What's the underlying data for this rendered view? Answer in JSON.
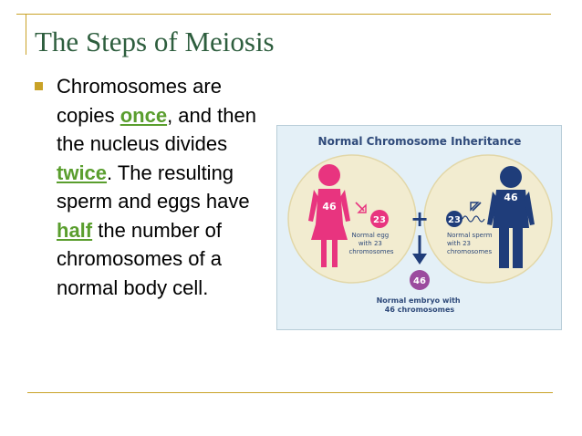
{
  "slide": {
    "title": "The Steps of Meiosis",
    "bullet": [
      {
        "text": "Chromosomes are copies ",
        "hl": false
      },
      {
        "text": "once",
        "hl": true
      },
      {
        "text": ", and then the nucleus divides ",
        "hl": false
      },
      {
        "text": "twice",
        "hl": true
      },
      {
        "text": ".  The resulting sperm and eggs have ",
        "hl": false
      },
      {
        "text": "half",
        "hl": true
      },
      {
        "text": " the number of chromosomes of a normal body cell.",
        "hl": false
      }
    ]
  },
  "figure": {
    "title": "Normal Chromosome Inheritance",
    "female_count": "46",
    "male_count": "46",
    "egg_count": "23",
    "sperm_count": "23",
    "egg_label": [
      "Normal egg",
      "with 23",
      "chromosomes"
    ],
    "sperm_label": [
      "Normal sperm",
      "with 23",
      "chromosomes"
    ],
    "plus_sign": "+",
    "embryo_count": "46",
    "embryo_label": [
      "Normal embryo with",
      "46 chromosomes"
    ]
  },
  "colors": {
    "title": "#2e5e3e",
    "accent_rule": "#c9a227",
    "highlight": "#5a9e2e",
    "figure_title": "#2f4a7a",
    "female": "#e8347f",
    "male": "#1f3d7a",
    "embryo": "#9b4b9e",
    "figure_bg": "#e4f0f7",
    "circle_bg": "#f2ecd0"
  }
}
